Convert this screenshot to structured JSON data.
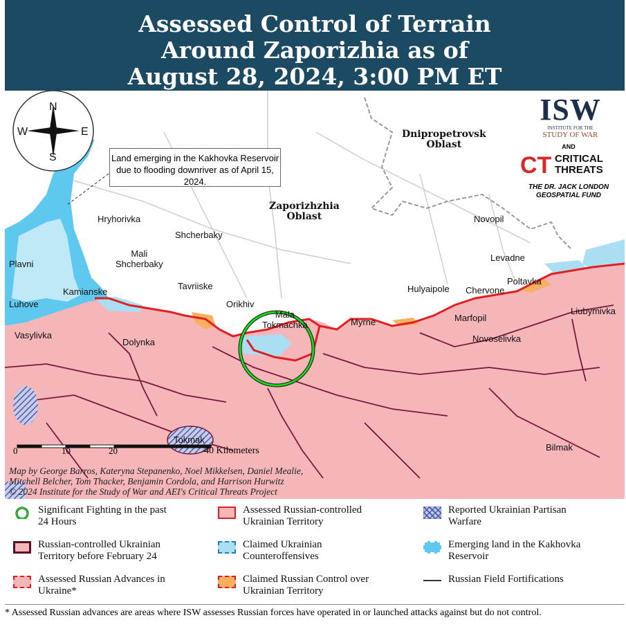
{
  "title": {
    "line1": "Assessed Control of Terrain",
    "line2": "Around Zaporizhia as of",
    "line3": "August 28, 2024, 3:00 PM ET"
  },
  "compass": {
    "n": "N",
    "s": "S",
    "e": "E",
    "w": "W"
  },
  "callout": "Land emerging in the Kakhovka Reservoir due to flooding downriver as of April 15, 2024.",
  "regions": {
    "dnipro": "Dnipropetrovsk\nOblast",
    "zap": "Zaporizhzhia\nOblast"
  },
  "places": {
    "hryhorivka": "Hryhorivka",
    "shcherbaky": "Shcherbaky",
    "mali_shcherbaky": "Mali\nShcherbaky",
    "plavni": "Plavni",
    "kamianske": "Kamianske",
    "luhove": "Luhove",
    "tavriiske": "Tavriiske",
    "orikhiv": "Orikhiv",
    "mala_tokmachka": "Mala\nTokmachka",
    "vasylivka": "Vasylivka",
    "dolynka": "Dolynka",
    "novopil": "Novopil",
    "levadne": "Levadne",
    "poltavka": "Poltavka",
    "hulyaipole": "Hulyaipole",
    "chervone": "Chervone",
    "marfopil": "Marfopil",
    "myrne": "Myrne",
    "liubymivka": "Liubymivka",
    "novoselivka": "Novoselivka",
    "tokmak": "Tokmak",
    "bilmak": "Bilmak"
  },
  "scale": {
    "t0": "0",
    "t10": "10",
    "t20": "20",
    "t40": "40 Kilometers"
  },
  "credits": {
    "line1": "Map by George Barros, Kateryna Stepanenko, Noel Mikkelsen, Daniel Mealie,",
    "line2": "Mitchell Belcher, Tom Thacker, Benjamin Cordola, and Harrison Hurwitz",
    "line3": "© 2024 Institute for the Study of War and AEI's Critical Threats Project"
  },
  "logos": {
    "isw": "ISW",
    "isw_sub1": "INSTITUTE FOR THE",
    "isw_sub2": "STUDY OF WAR",
    "and": "AND",
    "ct_mark": "CT",
    "ct1": "CRITICAL",
    "ct2": "THREATS",
    "fund1": "THE DR. JACK LONDON",
    "fund2": "GEOSPATIAL FUND"
  },
  "legend": {
    "fighting": "Significant Fighting in the past\n24 Hours",
    "assessed": "Assessed Russian-controlled\nUkrainian Territory",
    "partisan": "Reported Ukrainian Partisan\nWarfare",
    "before": "Russian-controlled Ukrainian\nTerritory before February 24",
    "counter": "Claimed Ukrainian\nCounteroffensives",
    "emerging": "Emerging land in the Kakhovka\nReservoir",
    "advances": "Assessed Russian Advances in\nUkraine*",
    "claimed": "Claimed Russian Control over\nUkrainian Territory",
    "fort": "Russian Field Fortifications"
  },
  "footnote": "* Assessed Russian advances are areas where ISW assesses Russian forces have operated in or launched attacks against but do not control.",
  "colors": {
    "header": "#1d4a63",
    "russian": "#f4b6b8",
    "front": "#e02020",
    "water": "#5ec8ee",
    "fort": "#7a1838",
    "fighting": "#1fd61f",
    "claimed": "#f7b060",
    "partisan": "#4a5fb0"
  }
}
